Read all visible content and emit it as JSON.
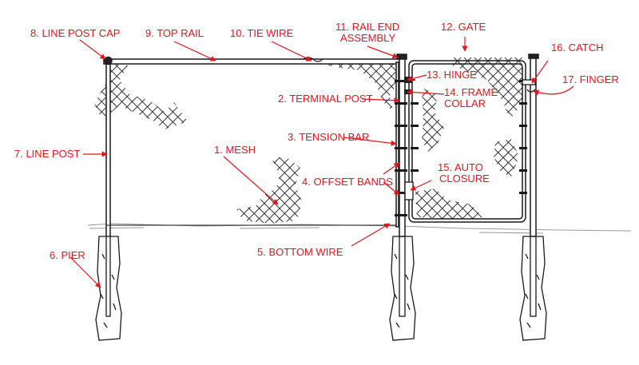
{
  "colors": {
    "label": "#e8131b",
    "line": "#1a1a1a",
    "mesh": "#333333",
    "ground": "#999999"
  },
  "labels": [
    {
      "id": "1",
      "text": "1. MESH"
    },
    {
      "id": "2",
      "text": "2. TERMINAL POST"
    },
    {
      "id": "3",
      "text": "3. TENSION BAR"
    },
    {
      "id": "4",
      "text": "4. OFFSET BANDS"
    },
    {
      "id": "5",
      "text": "5. BOTTOM WIRE"
    },
    {
      "id": "6",
      "text": "6. PIER"
    },
    {
      "id": "7",
      "text": "7. LINE POST"
    },
    {
      "id": "8",
      "text": "8. LINE POST CAP"
    },
    {
      "id": "9",
      "text": "9. TOP RAIL"
    },
    {
      "id": "10",
      "text": "10. TIE WIRE"
    },
    {
      "id": "11a",
      "text": "11. RAIL END"
    },
    {
      "id": "11b",
      "text": "ASSEMBLY"
    },
    {
      "id": "12",
      "text": "12. GATE"
    },
    {
      "id": "13",
      "text": "13. HINGE"
    },
    {
      "id": "14a",
      "text": "14. FRAME"
    },
    {
      "id": "14b",
      "text": "COLLAR"
    },
    {
      "id": "15a",
      "text": "15. AUTO"
    },
    {
      "id": "15b",
      "text": "CLOSURE"
    },
    {
      "id": "16",
      "text": "16. CATCH"
    },
    {
      "id": "17",
      "text": "17. FINGER"
    }
  ]
}
